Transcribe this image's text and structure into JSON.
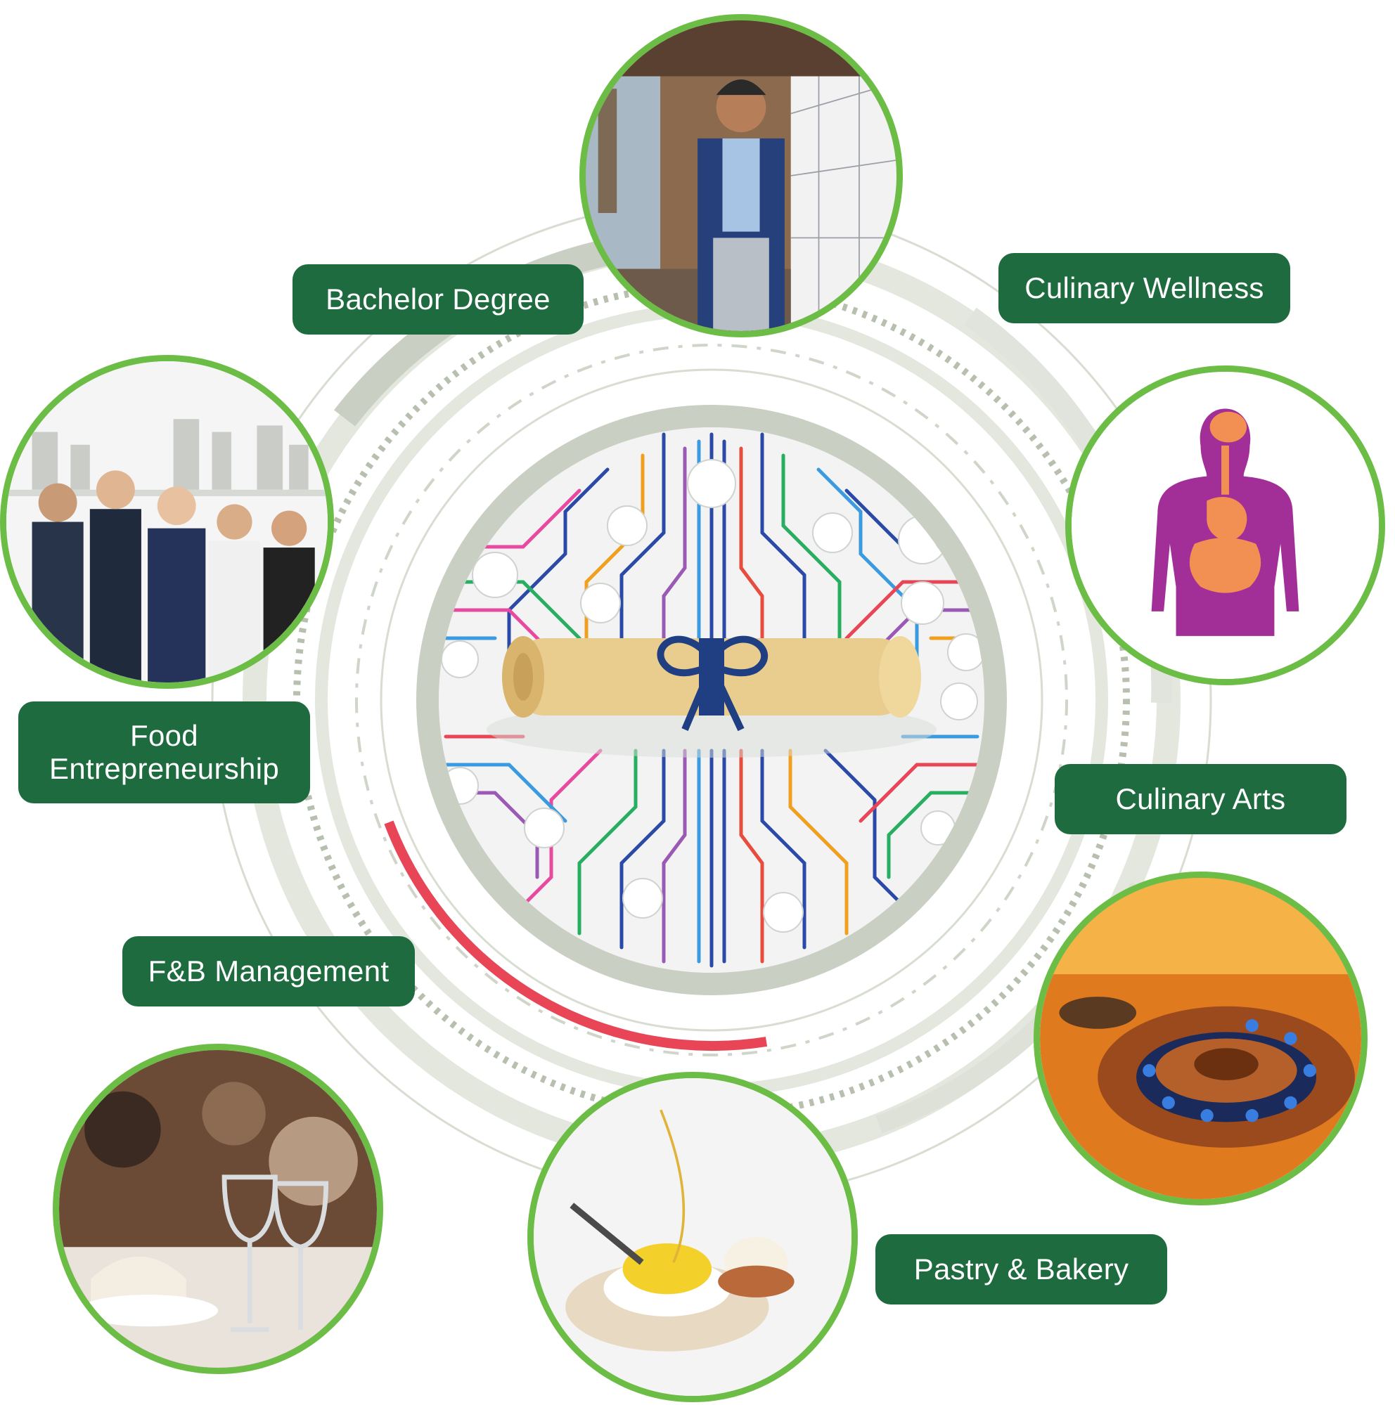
{
  "center": {
    "image": "diploma-scroll-on-circuit-board",
    "icons": [
      "building-dollar-icon",
      "atom-icon",
      "smiley-icon",
      "calendar-cutlery-icon",
      "warehouse-icon",
      "beach-icon",
      "storefront-icon",
      "canned-food-icon",
      "gear-icon",
      "rocket-icon",
      "medical-list-icon",
      "cafe-icon",
      "network-hub-icon",
      "telescope-icon",
      "handshake-icon",
      "presenter-icon"
    ]
  },
  "programs": [
    {
      "label": "Bachelor Degree",
      "image": "smiling-man-in-suit-photo"
    },
    {
      "label": "Culinary Wellness",
      "image": "human-digestive-system-illustration"
    },
    {
      "label": "Food Entrepreneurship",
      "image": "team-of-professionals-photo"
    },
    {
      "label": "Culinary Arts",
      "image": "gas-stove-flame-photo"
    },
    {
      "label": "F&B Management",
      "image": "restaurant-table-setting-photo"
    },
    {
      "label": "Pastry & Bakery",
      "image": "plated-dessert-photo"
    }
  ],
  "colors": {
    "label_bg": "#1e6b3f",
    "label_text": "#ffffff",
    "photo_border": "#6cbd45",
    "ring_gray": "#d6dbd0",
    "progress_arc": "#e84557"
  }
}
